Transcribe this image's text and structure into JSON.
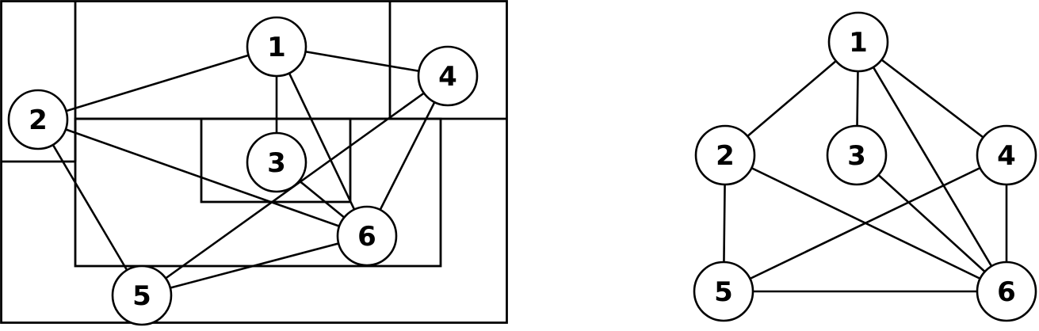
{
  "diagrams": [
    {
      "id": "rectangle-representation",
      "nodes": [
        {
          "id": "1",
          "label": "1"
        },
        {
          "id": "2",
          "label": "2"
        },
        {
          "id": "3",
          "label": "3"
        },
        {
          "id": "4",
          "label": "4"
        },
        {
          "id": "5",
          "label": "5"
        },
        {
          "id": "6",
          "label": "6"
        }
      ],
      "edges": [
        [
          "1",
          "2"
        ],
        [
          "1",
          "3"
        ],
        [
          "1",
          "4"
        ],
        [
          "1",
          "6"
        ],
        [
          "2",
          "5"
        ],
        [
          "2",
          "6"
        ],
        [
          "3",
          "6"
        ],
        [
          "4",
          "5"
        ],
        [
          "4",
          "6"
        ],
        [
          "5",
          "6"
        ]
      ]
    },
    {
      "id": "graph",
      "nodes": [
        {
          "id": "1",
          "label": "1"
        },
        {
          "id": "2",
          "label": "2"
        },
        {
          "id": "3",
          "label": "3"
        },
        {
          "id": "4",
          "label": "4"
        },
        {
          "id": "5",
          "label": "5"
        },
        {
          "id": "6",
          "label": "6"
        }
      ],
      "edges": [
        [
          "1",
          "2"
        ],
        [
          "1",
          "3"
        ],
        [
          "1",
          "4"
        ],
        [
          "1",
          "6"
        ],
        [
          "2",
          "5"
        ],
        [
          "2",
          "6"
        ],
        [
          "3",
          "6"
        ],
        [
          "4",
          "5"
        ],
        [
          "4",
          "6"
        ],
        [
          "5",
          "6"
        ]
      ]
    }
  ]
}
